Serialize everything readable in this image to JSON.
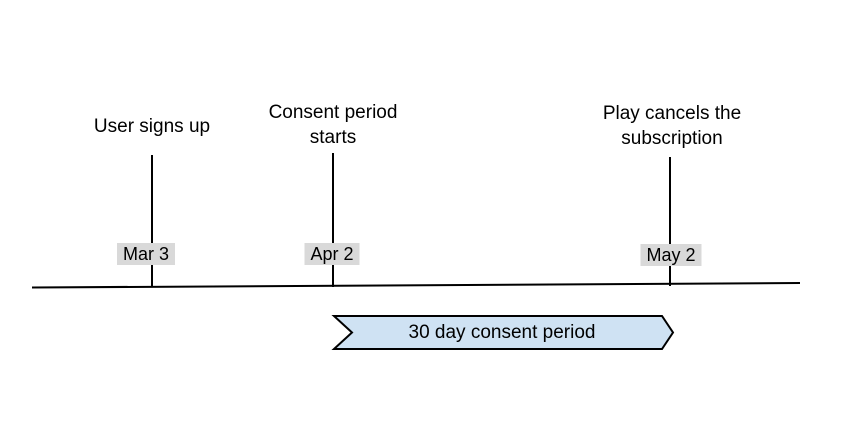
{
  "diagram": {
    "type": "timeline",
    "events": [
      {
        "label": "User signs up",
        "date": "Mar 3"
      },
      {
        "label": "Consent period starts",
        "date": "Apr 2"
      },
      {
        "label": "Play cancels the subscription",
        "date": "May 2"
      }
    ],
    "banner": {
      "label": "30 day consent period"
    },
    "colors": {
      "banner_fill": "#cfe2f3",
      "banner_stroke": "#000000",
      "date_badge_bg": "#d9d9d9",
      "line": "#000000",
      "text": "#000000",
      "background": "#ffffff"
    }
  }
}
